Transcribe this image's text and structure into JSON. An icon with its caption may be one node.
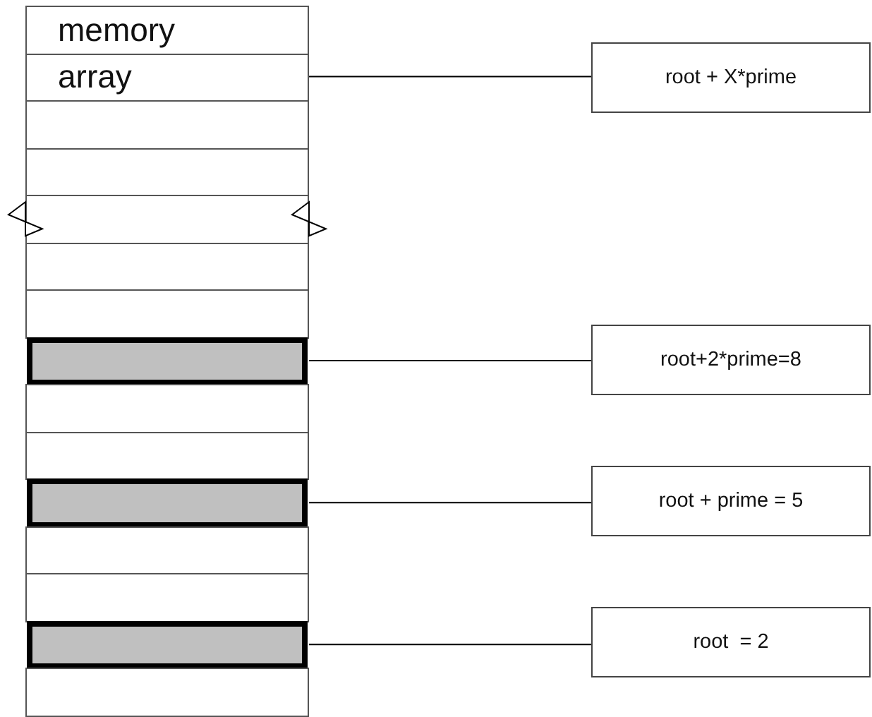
{
  "diagram": {
    "nodes": [
      {
        "text": [
          "memory"
        ]
      },
      {
        "text": [
          "array"
        ]
      },
      {
        "text": [],
        "shape": "box"
      },
      {
        "text": [],
        "shape": "box"
      },
      {
        "text": [],
        "shape": "box"
      },
      {
        "text": [],
        "shape": "box"
      },
      {
        "text": [],
        "shape": "box"
      },
      {
        "text": [],
        "shape": "bar"
      },
      {
        "text": [],
        "shape": "box"
      },
      {
        "text": [],
        "shape": "box"
      },
      {
        "text": [],
        "shape": "bar"
      },
      {
        "text": [],
        "shape": "box"
      },
      {
        "text": [],
        "shape": "box"
      },
      {
        "text": [],
        "shape": "bar"
      },
      {
        "text": [],
        "shape": "box"
      },
      {
        "text": [
          "root + X*prime"
        ]
      },
      {
        "text": [
          "root+2*prime=8"
        ]
      },
      {
        "text": [
          "root + prime = 5"
        ]
      },
      {
        "text": [
          "root  = 2"
        ]
      }
    ],
    "edges": [
      {
        "from": 1,
        "to": 15,
        "arrow": "none"
      },
      {
        "from": 7,
        "to": 16,
        "arrow": "none"
      },
      {
        "from": 10,
        "to": 17,
        "arrow": "none"
      },
      {
        "from": 13,
        "to": 18,
        "arrow": "none"
      }
    ]
  }
}
